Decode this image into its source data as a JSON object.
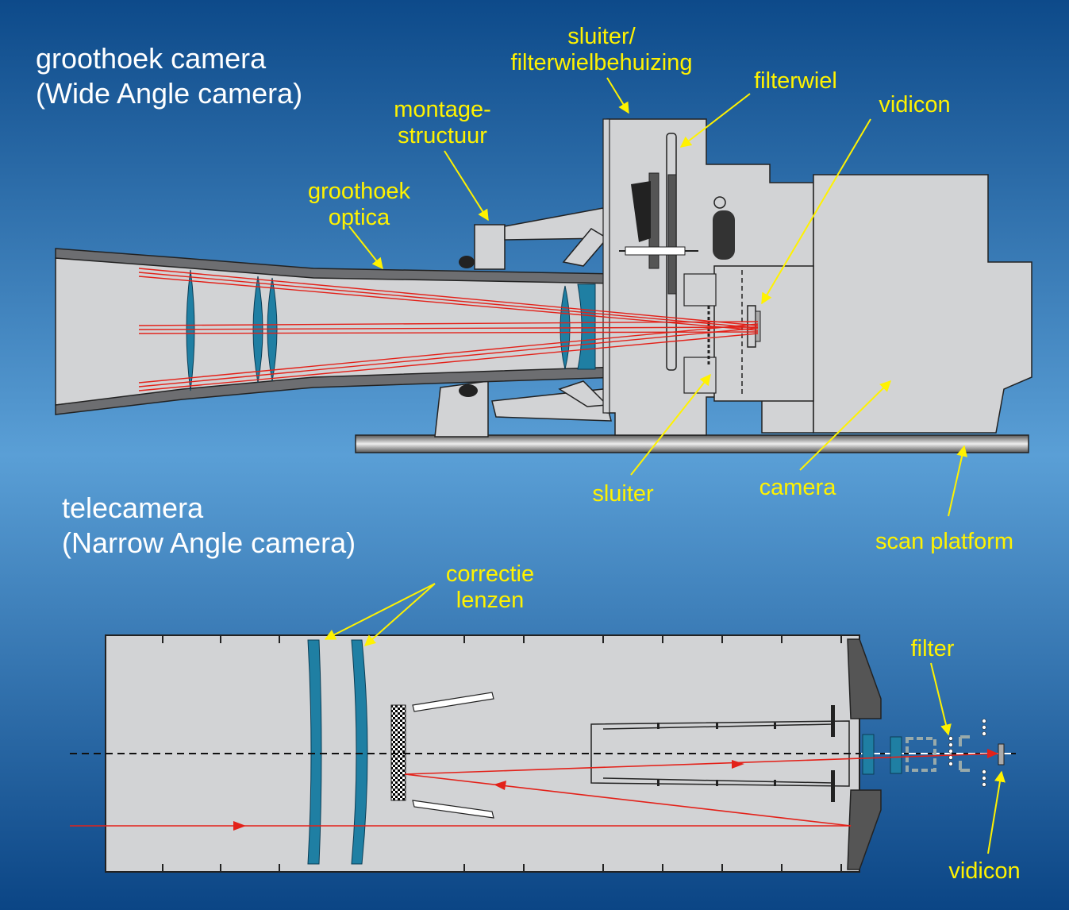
{
  "titles": {
    "wide_angle": {
      "line1": "groothoek camera",
      "line2": "(Wide Angle camera)"
    },
    "narrow_angle": {
      "line1": "telecamera",
      "line2": "(Narrow Angle camera)"
    }
  },
  "labels": {
    "shutter_housing": {
      "line1": "sluiter/",
      "line2": "filterwielbehuizing"
    },
    "filter_wheel": "filterwiel",
    "vidicon_top": "vidicon",
    "mount": {
      "line1": "montage-",
      "line2": "structuur"
    },
    "wide_optics": {
      "line1": "groothoek",
      "line2": "optica"
    },
    "shutter": "sluiter",
    "camera": "camera",
    "scan_platform": "scan platform",
    "correction_lenses": {
      "line1": "correctie",
      "line2": "lenzen"
    },
    "filter": "filter",
    "vidicon_bottom": "vidicon"
  },
  "colors": {
    "background_top": "#0d4f8f",
    "background_mid": "#5a9fd6",
    "label": "#fff200",
    "title": "#ffffff",
    "ray": "#e32119",
    "lens": "#1f7fa3",
    "housing": "#d2d3d5"
  }
}
